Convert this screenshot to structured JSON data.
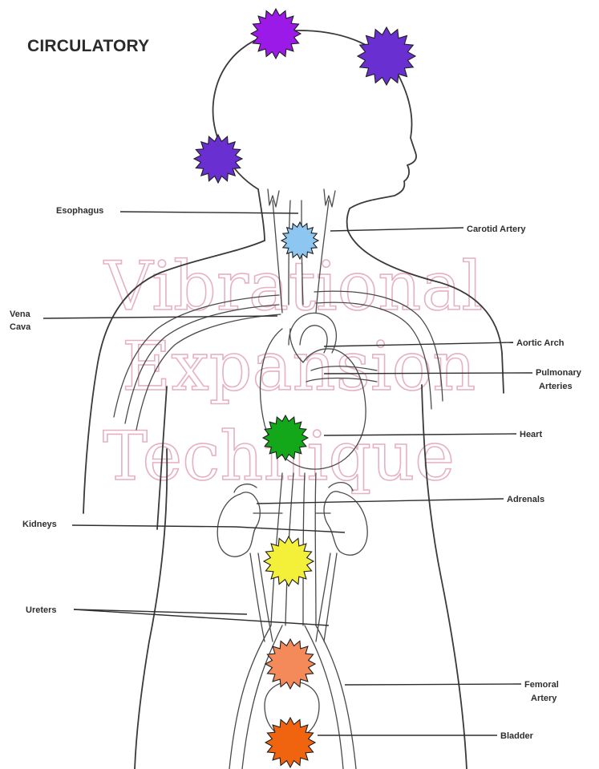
{
  "title": "CIRCULATORY",
  "watermark": {
    "line1": "Vibrational",
    "line2": "Expansion",
    "line3": "Technique"
  },
  "labels": {
    "esophagus": "Esophagus",
    "carotid_artery": "Carotid Artery",
    "vena_cava_1": "Vena",
    "vena_cava_2": "Cava",
    "aortic_arch": "Aortic Arch",
    "pulmonary_arteries_1": "Pulmonary",
    "pulmonary_arteries_2": "Arteries",
    "heart": "Heart",
    "adrenals": "Adrenals",
    "kidneys": "Kidneys",
    "ureters": "Ureters",
    "femoral_artery_1": "Femoral",
    "femoral_artery_2": "Artery",
    "bladder": "Bladder"
  },
  "chakras": [
    {
      "name": "crown-top",
      "color": "#9b1ae8"
    },
    {
      "name": "crown-right",
      "color": "#6a2fd0"
    },
    {
      "name": "third-eye",
      "color": "#6a2fd0"
    },
    {
      "name": "throat",
      "color": "#8ec6f2"
    },
    {
      "name": "heart",
      "color": "#12a81a"
    },
    {
      "name": "solar-plexus",
      "color": "#f4f03a"
    },
    {
      "name": "sacral",
      "color": "#f48a5a"
    },
    {
      "name": "root",
      "color": "#f0640f"
    }
  ]
}
